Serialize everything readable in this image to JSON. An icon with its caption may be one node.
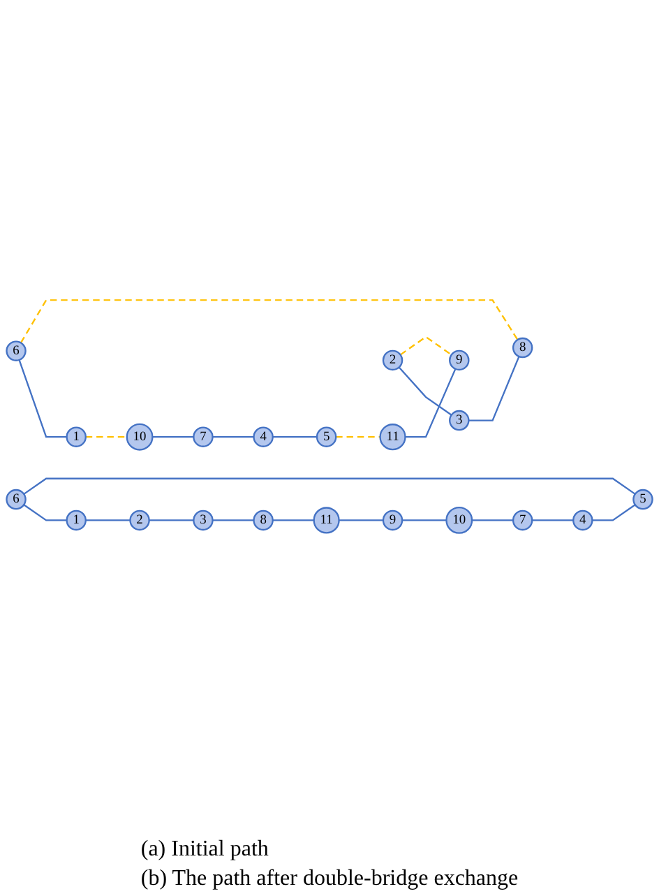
{
  "diagram": {
    "nodes": [
      {
        "text": [
          "6"
        ]
      },
      {
        "text": [
          "1"
        ]
      },
      {
        "text": [
          "2"
        ]
      },
      {
        "text": [
          "3"
        ]
      },
      {
        "text": [
          "8"
        ]
      },
      {
        "text": [
          "11"
        ]
      },
      {
        "text": [
          "9"
        ]
      },
      {
        "text": [
          "10"
        ]
      },
      {
        "text": [
          "7"
        ]
      },
      {
        "text": [
          "4"
        ]
      },
      {
        "text": [
          "5"
        ]
      },
      {
        "text": [
          "6"
        ]
      },
      {
        "text": [
          "1"
        ]
      },
      {
        "text": [
          "2"
        ]
      },
      {
        "text": [
          "3"
        ]
      },
      {
        "text": [
          "8"
        ]
      },
      {
        "text": [
          "11"
        ]
      },
      {
        "text": [
          "9"
        ]
      },
      {
        "text": [
          "10"
        ]
      },
      {
        "text": [
          "7"
        ]
      },
      {
        "text": [
          "4"
        ]
      },
      {
        "text": [
          "5"
        ]
      }
    ],
    "edges": [
      {
        "from": 0,
        "to": 1,
        "arrow": "none"
      },
      {
        "from": 1,
        "to": 2,
        "arrow": "none"
      },
      {
        "from": 2,
        "to": 3,
        "arrow": "none"
      },
      {
        "from": 3,
        "to": 4,
        "arrow": "none"
      },
      {
        "from": 4,
        "to": 5,
        "arrow": "none"
      },
      {
        "from": 5,
        "to": 6,
        "arrow": "none"
      },
      {
        "from": 6,
        "to": 7,
        "arrow": "none"
      },
      {
        "from": 7,
        "to": 8,
        "arrow": "none"
      },
      {
        "from": 8,
        "to": 9,
        "arrow": "none"
      },
      {
        "from": 9,
        "to": 10,
        "arrow": "none"
      },
      {
        "from": 10,
        "to": 0,
        "arrow": "none"
      },
      {
        "from": 11,
        "to": 12,
        "arrow": "none"
      },
      {
        "from": 13,
        "to": 14,
        "arrow": "none"
      },
      {
        "from": 14,
        "to": 15,
        "arrow": "none"
      },
      {
        "from": 16,
        "to": 17,
        "arrow": "none"
      },
      {
        "from": 18,
        "to": 19,
        "arrow": "none"
      },
      {
        "from": 19,
        "to": 20,
        "arrow": "none"
      },
      {
        "from": 20,
        "to": 21,
        "arrow": "none"
      },
      {
        "from": 11,
        "to": 15,
        "arrow": "none",
        "style": "dashed",
        "color": "#ffc000"
      },
      {
        "from": 12,
        "to": 18,
        "arrow": "none",
        "style": "dashed",
        "color": "#ffc000"
      },
      {
        "from": 13,
        "to": 17,
        "arrow": "none",
        "style": "dashed",
        "color": "#ffc000"
      },
      {
        "from": 21,
        "to": 16,
        "arrow": "none",
        "style": "dashed",
        "color": "#ffc000"
      }
    ],
    "labels": [
      "(a) Initial path",
      "(b) The path after double-bridge exchange"
    ]
  }
}
